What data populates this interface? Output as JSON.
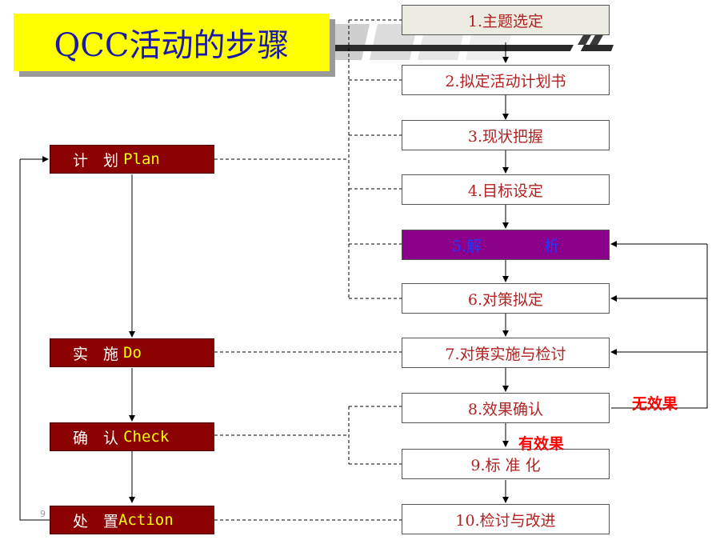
{
  "title": "QCC活动的步骤",
  "steps": [
    "1.主题选定",
    "2.拟定活动计划书",
    "3.现状把握",
    "4.目标设定",
    "6.对策拟定",
    "7.对策实施与检讨",
    "8.效果确认",
    "9.标 准 化",
    "10.检讨与改进"
  ],
  "step5": {
    "a": "5.解",
    "b": "析"
  },
  "phases": {
    "plan": {
      "zh": "计　划",
      "en": "Plan"
    },
    "do": {
      "zh": "实　施",
      "en": "Do"
    },
    "check": {
      "zh": "确　认",
      "en": "Check"
    },
    "action": {
      "zh": "处　置",
      "en": "Action"
    }
  },
  "labels": {
    "no_effect": "无效果",
    "effective": "有效果"
  },
  "page_number": "9",
  "colors": {
    "title_bg": "#ffff00",
    "title_text": "#1a1aa6",
    "phase_bg": "#8b0000",
    "phase_en": "#ffff00",
    "step_text": "#b22222",
    "step5_bg": "#8b008b",
    "step5_text": "#1e3cff",
    "outcome_text": "#ff0000"
  }
}
